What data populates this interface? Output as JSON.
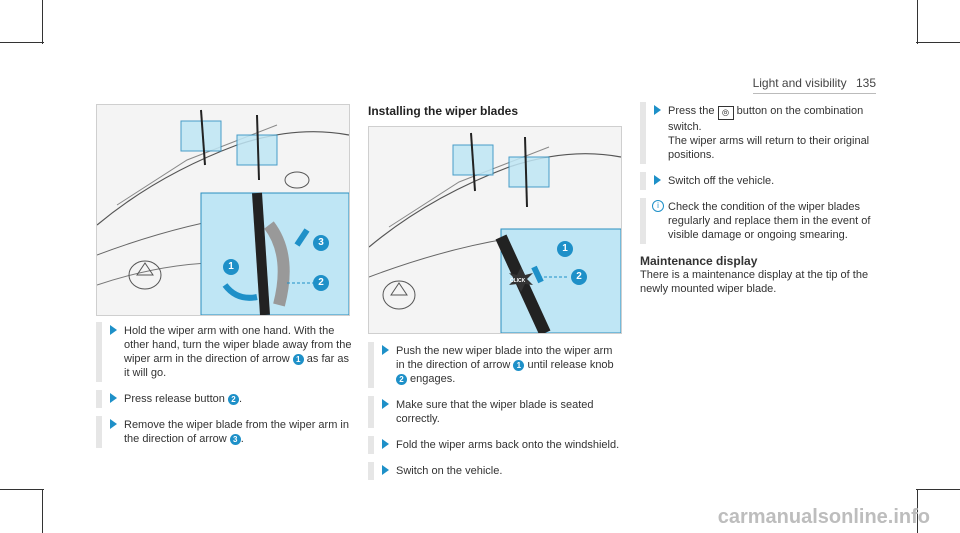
{
  "header": {
    "section": "Light and visibility",
    "page": "135"
  },
  "left": {
    "steps": [
      {
        "parts": [
          {
            "t": "Hold the wiper arm with one hand. With the other hand, turn the wiper blade away from the wiper arm in the direction of arrow "
          },
          {
            "n": "1"
          },
          {
            "t": " as far as it will go."
          }
        ]
      },
      {
        "parts": [
          {
            "t": "Press release button "
          },
          {
            "n": "2"
          },
          {
            "t": "."
          }
        ]
      },
      {
        "parts": [
          {
            "t": "Remove the wiper blade from the wiper arm in the direction of arrow "
          },
          {
            "n": "3"
          },
          {
            "t": "."
          }
        ]
      }
    ]
  },
  "middle": {
    "title": "Installing the wiper blades",
    "steps": [
      {
        "parts": [
          {
            "t": "Push the new wiper blade into the wiper arm in the direction of arrow "
          },
          {
            "n": "1"
          },
          {
            "t": " until release knob "
          },
          {
            "n": "2"
          },
          {
            "t": " engages."
          }
        ]
      },
      {
        "parts": [
          {
            "t": "Make sure that the wiper blade is seated correctly."
          }
        ]
      },
      {
        "parts": [
          {
            "t": "Fold the wiper arms back onto the windshield."
          }
        ]
      },
      {
        "parts": [
          {
            "t": "Switch on the vehicle."
          }
        ]
      }
    ]
  },
  "right": {
    "step1_a": "Press the",
    "step1_symbol": "⦾",
    "step1_b": "button on the combination switch.",
    "step1_c": "The wiper arms will return to their original positions.",
    "step2": "Switch off the vehicle.",
    "info_icon": "i",
    "info": "Check the condition of the wiper blades regularly and replace them in the event of visible damage or ongoing smearing.",
    "maint_title": "Maintenance display",
    "maint_text": "There is a maintenance display at the tip of the newly mounted wiper blade."
  },
  "figure1": {
    "callouts": [
      "1",
      "2",
      "3"
    ]
  },
  "figure2": {
    "callouts": [
      "1",
      "2"
    ],
    "click_label": "CLICK"
  },
  "watermark": "carmanualsonline.info",
  "colors": {
    "accent": "#1e90c8",
    "highlight": "#bfe6f5",
    "highlight_border": "#2a8fc0"
  }
}
